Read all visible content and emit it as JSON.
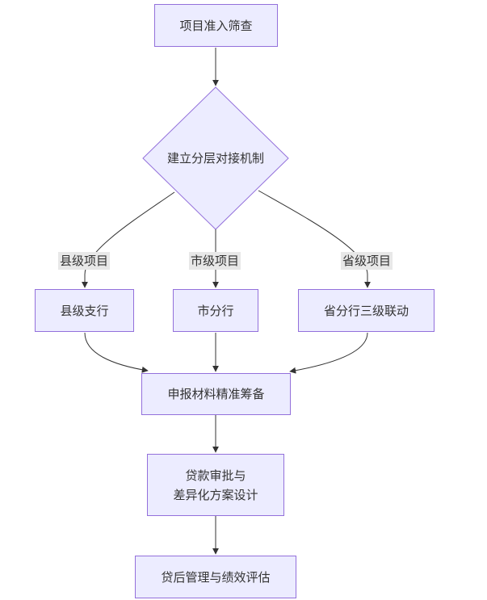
{
  "colors": {
    "node_fill": "#ececff",
    "node_border": "#9370db",
    "edge": "#333333",
    "label_bg": "#e8e8e8",
    "text": "#333333"
  },
  "nodes": {
    "screening": "项目准入筛查",
    "decision": "建立分层对接机制",
    "county_branch": "县级支行",
    "city_branch": "市分行",
    "province_branch": "省分行三级联动",
    "materials": "申报材料精准筹备",
    "approval": "贷款审批与\n差异化方案设计",
    "post_loan": "贷后管理与绩效评估"
  },
  "edge_labels": {
    "county": "县级项目",
    "city": "市级项目",
    "province": "省级项目"
  }
}
